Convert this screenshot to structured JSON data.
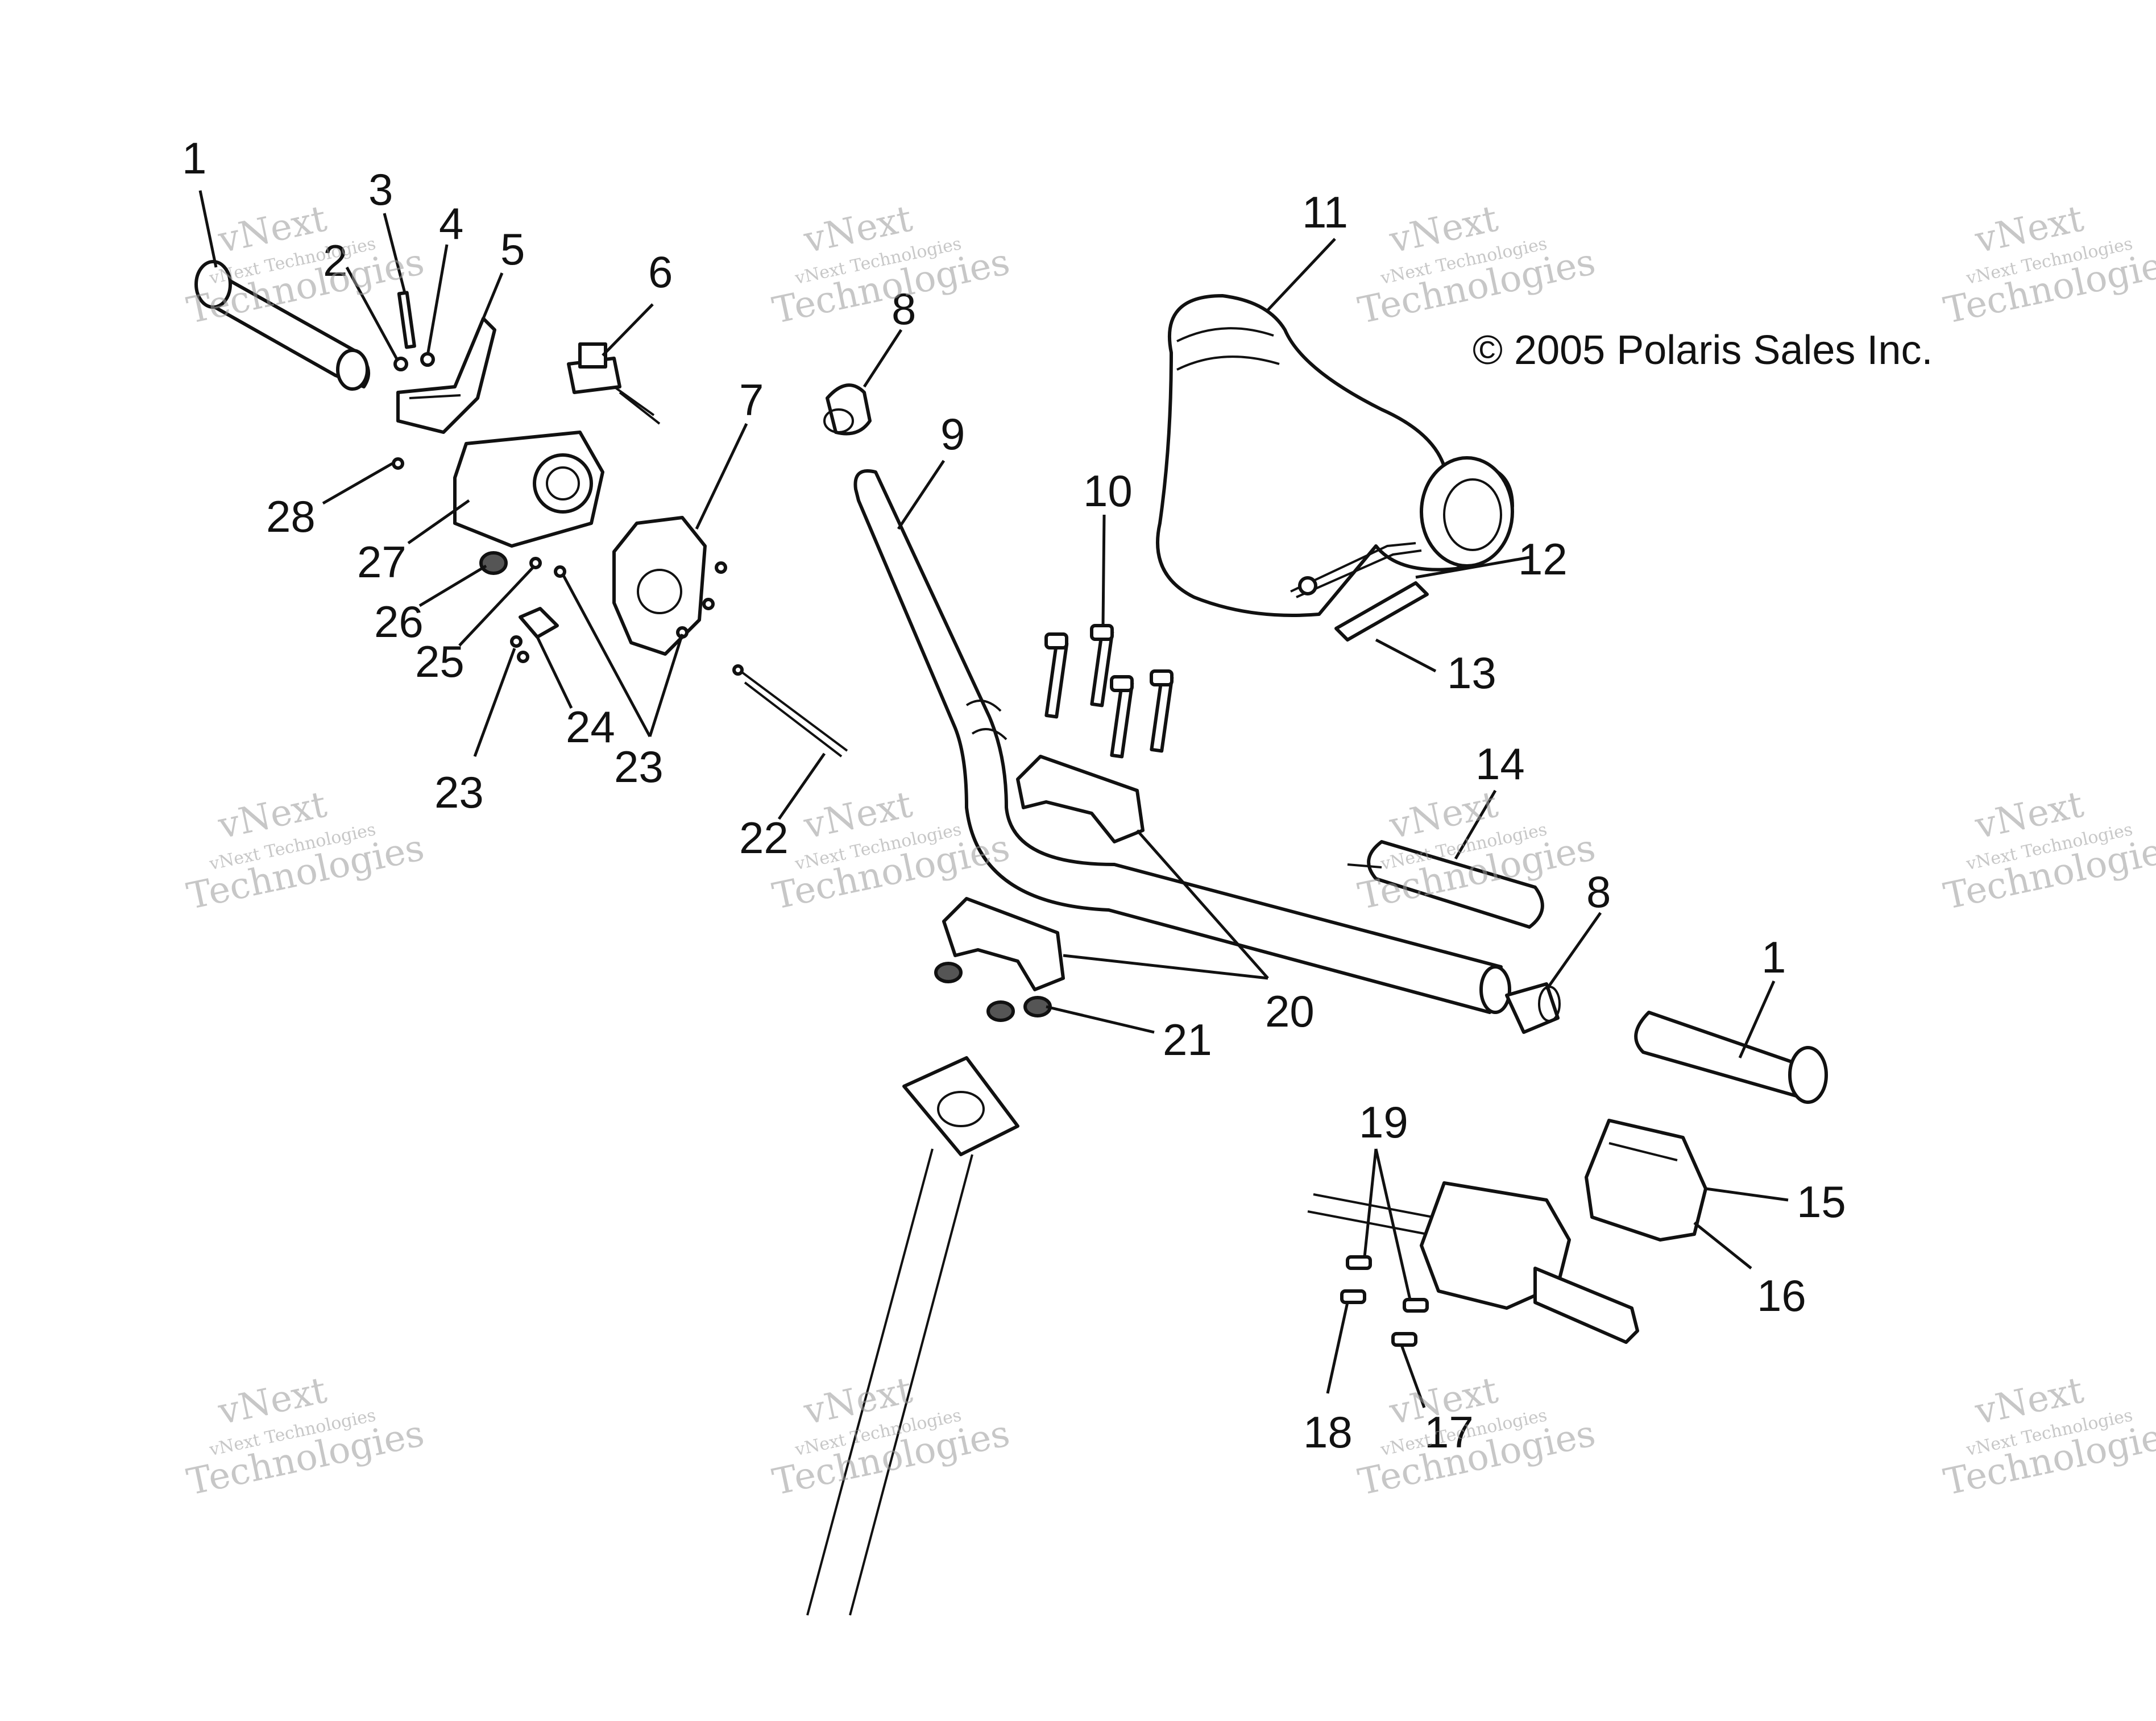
{
  "copyright": "© 2005 Polaris Sales Inc.",
  "watermark": {
    "line1": "vNext",
    "line2": "vNext Technologies",
    "line3": "Technologies"
  },
  "callouts": [
    {
      "id": "c1a",
      "label": "1"
    },
    {
      "id": "c2",
      "label": "2"
    },
    {
      "id": "c3",
      "label": "3"
    },
    {
      "id": "c4",
      "label": "4"
    },
    {
      "id": "c5",
      "label": "5"
    },
    {
      "id": "c6",
      "label": "6"
    },
    {
      "id": "c7",
      "label": "7"
    },
    {
      "id": "c8a",
      "label": "8"
    },
    {
      "id": "c9",
      "label": "9"
    },
    {
      "id": "c10",
      "label": "10"
    },
    {
      "id": "c11",
      "label": "11"
    },
    {
      "id": "c12",
      "label": "12"
    },
    {
      "id": "c13",
      "label": "13"
    },
    {
      "id": "c14",
      "label": "14"
    },
    {
      "id": "c8b",
      "label": "8"
    },
    {
      "id": "c1b",
      "label": "1"
    },
    {
      "id": "c15",
      "label": "15"
    },
    {
      "id": "c16",
      "label": "16"
    },
    {
      "id": "c19",
      "label": "19"
    },
    {
      "id": "c18",
      "label": "18"
    },
    {
      "id": "c17",
      "label": "17"
    },
    {
      "id": "c20",
      "label": "20"
    },
    {
      "id": "c21",
      "label": "21"
    },
    {
      "id": "c22",
      "label": "22"
    },
    {
      "id": "c23a",
      "label": "23"
    },
    {
      "id": "c23b",
      "label": "23"
    },
    {
      "id": "c24",
      "label": "24"
    },
    {
      "id": "c25",
      "label": "25"
    },
    {
      "id": "c26",
      "label": "26"
    },
    {
      "id": "c27",
      "label": "27"
    },
    {
      "id": "c28",
      "label": "28"
    }
  ]
}
